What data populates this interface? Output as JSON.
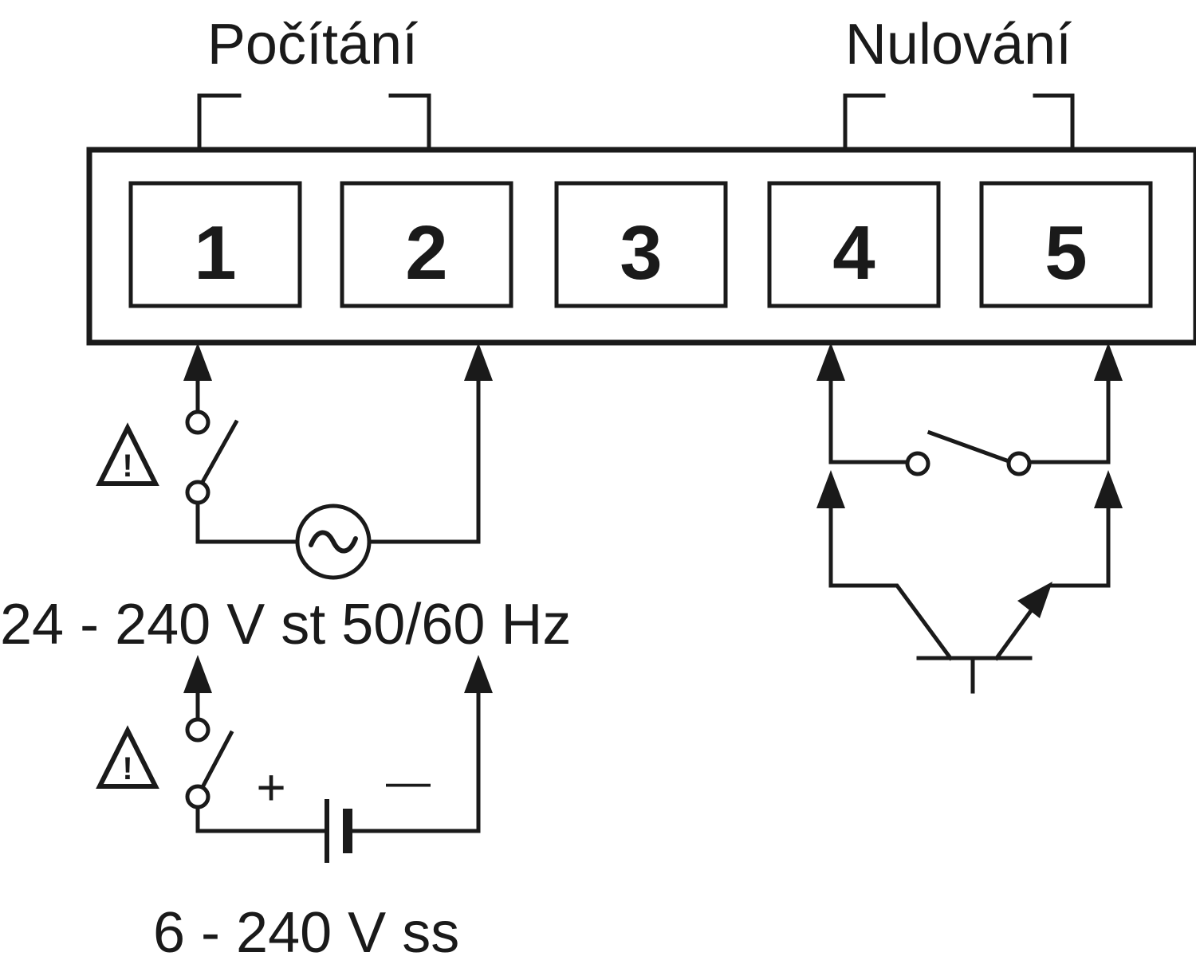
{
  "labels": {
    "counting": "Počítání",
    "reset": "Nulování",
    "ac_supply": "24 - 240 V st 50/60 Hz",
    "dc_supply": "6 - 240 V ss",
    "plus": "+",
    "minus": "—",
    "ac_symbol": "~",
    "warning_mark": "!"
  },
  "terminals": [
    "1",
    "2",
    "3",
    "4",
    "5"
  ],
  "colors": {
    "line": "#1a1a1a",
    "background": "#ffffff"
  }
}
